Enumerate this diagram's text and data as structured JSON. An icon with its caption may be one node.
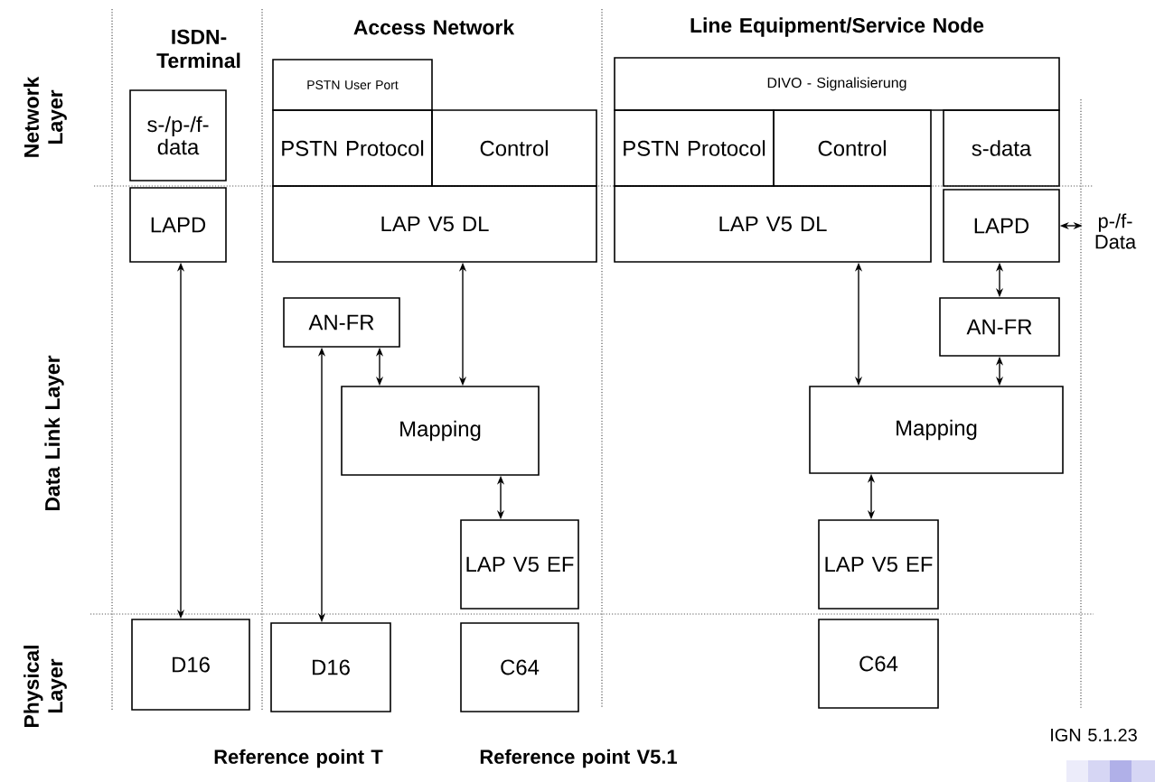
{
  "diagram": {
    "nodes": [
      {
        "text": [
          "s-/p-/f- data"
        ]
      },
      {
        "text": [
          "LAPD"
        ]
      },
      {
        "text": [
          "PSTN User Port"
        ]
      },
      {
        "text": [
          "PSTN Protocol"
        ]
      },
      {
        "text": [
          "Control"
        ]
      },
      {
        "text": [
          "LAP V5 DL"
        ]
      },
      {
        "text": [
          "AN-FR"
        ]
      },
      {
        "text": [
          "Mapping"
        ]
      },
      {
        "text": [
          "LAP V5 EF"
        ]
      },
      {
        "text": [
          "D16"
        ]
      },
      {
        "text": [
          "D16"
        ]
      },
      {
        "text": [
          "C64"
        ]
      },
      {
        "text": [
          "DIVO - Signalisierung"
        ]
      },
      {
        "text": [
          "PSTN Protocol"
        ]
      },
      {
        "text": [
          "Control"
        ]
      },
      {
        "text": [
          "s-data"
        ]
      },
      {
        "text": [
          "LAP V5 DL"
        ]
      },
      {
        "text": [
          "LAPD"
        ]
      },
      {
        "text": [
          "AN-FR"
        ]
      },
      {
        "text": [
          "Mapping"
        ]
      },
      {
        "text": [
          "LAP V5 EF"
        ]
      },
      {
        "text": [
          "C64"
        ]
      },
      {
        "text": [
          "p-/f- Data"
        ]
      }
    ],
    "edges": [
      {
        "from": 1,
        "to": 9,
        "arrow": "both"
      },
      {
        "from": 6,
        "to": 10,
        "arrow": "both"
      },
      {
        "from": 6,
        "to": 7,
        "arrow": "both"
      },
      {
        "from": 5,
        "to": 7,
        "arrow": "both"
      },
      {
        "from": 7,
        "to": 8,
        "arrow": "both"
      },
      {
        "from": 16,
        "to": 19,
        "arrow": "both"
      },
      {
        "from": 17,
        "to": 18,
        "arrow": "both"
      },
      {
        "from": 18,
        "to": 19,
        "arrow": "both"
      },
      {
        "from": 19,
        "to": 20,
        "arrow": "both"
      },
      {
        "from": 17,
        "to": 22,
        "arrow": "both"
      }
    ],
    "labels": [
      "ISDN- Terminal",
      "Access Network",
      "Line Equipment/Service Node",
      "Network Layer",
      "Data Link Layer",
      "Physical Layer",
      "Reference point T",
      "Reference point V5.1",
      "IGN 5.1.23"
    ]
  }
}
